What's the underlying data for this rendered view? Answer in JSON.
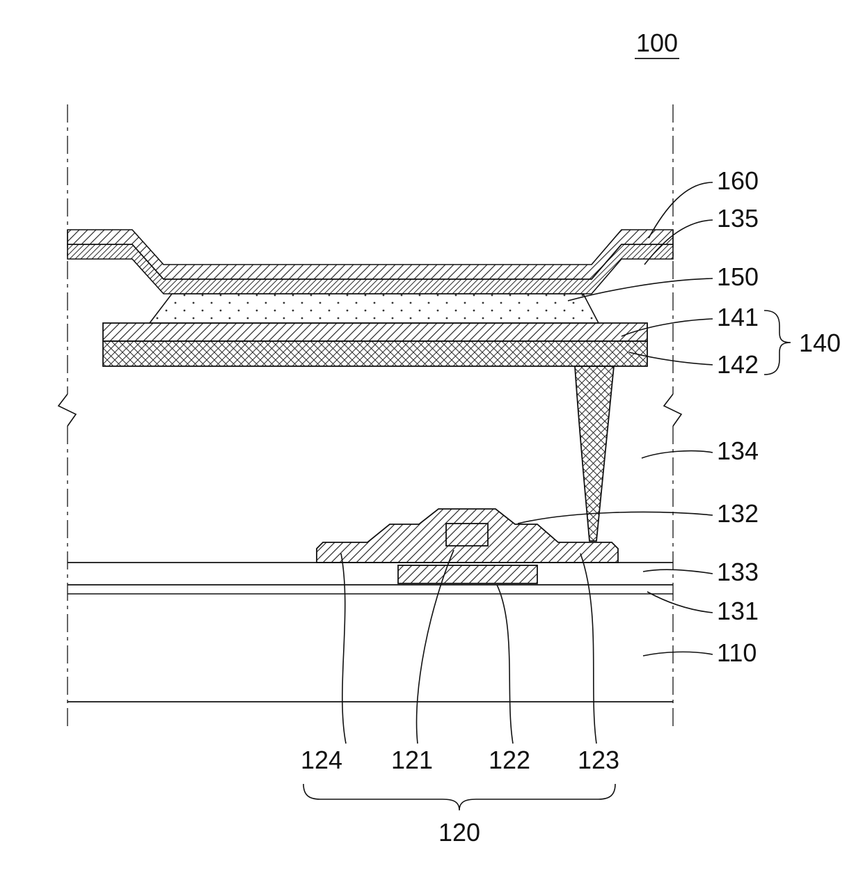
{
  "figure": {
    "number": "100",
    "labels": {
      "160": "160",
      "135": "135",
      "150": "150",
      "141": "141",
      "140": "140",
      "142": "142",
      "134": "134",
      "132": "132",
      "133": "133",
      "131": "131",
      "110": "110",
      "124": "124",
      "121": "121",
      "122": "122",
      "123": "123",
      "120": "120"
    }
  }
}
